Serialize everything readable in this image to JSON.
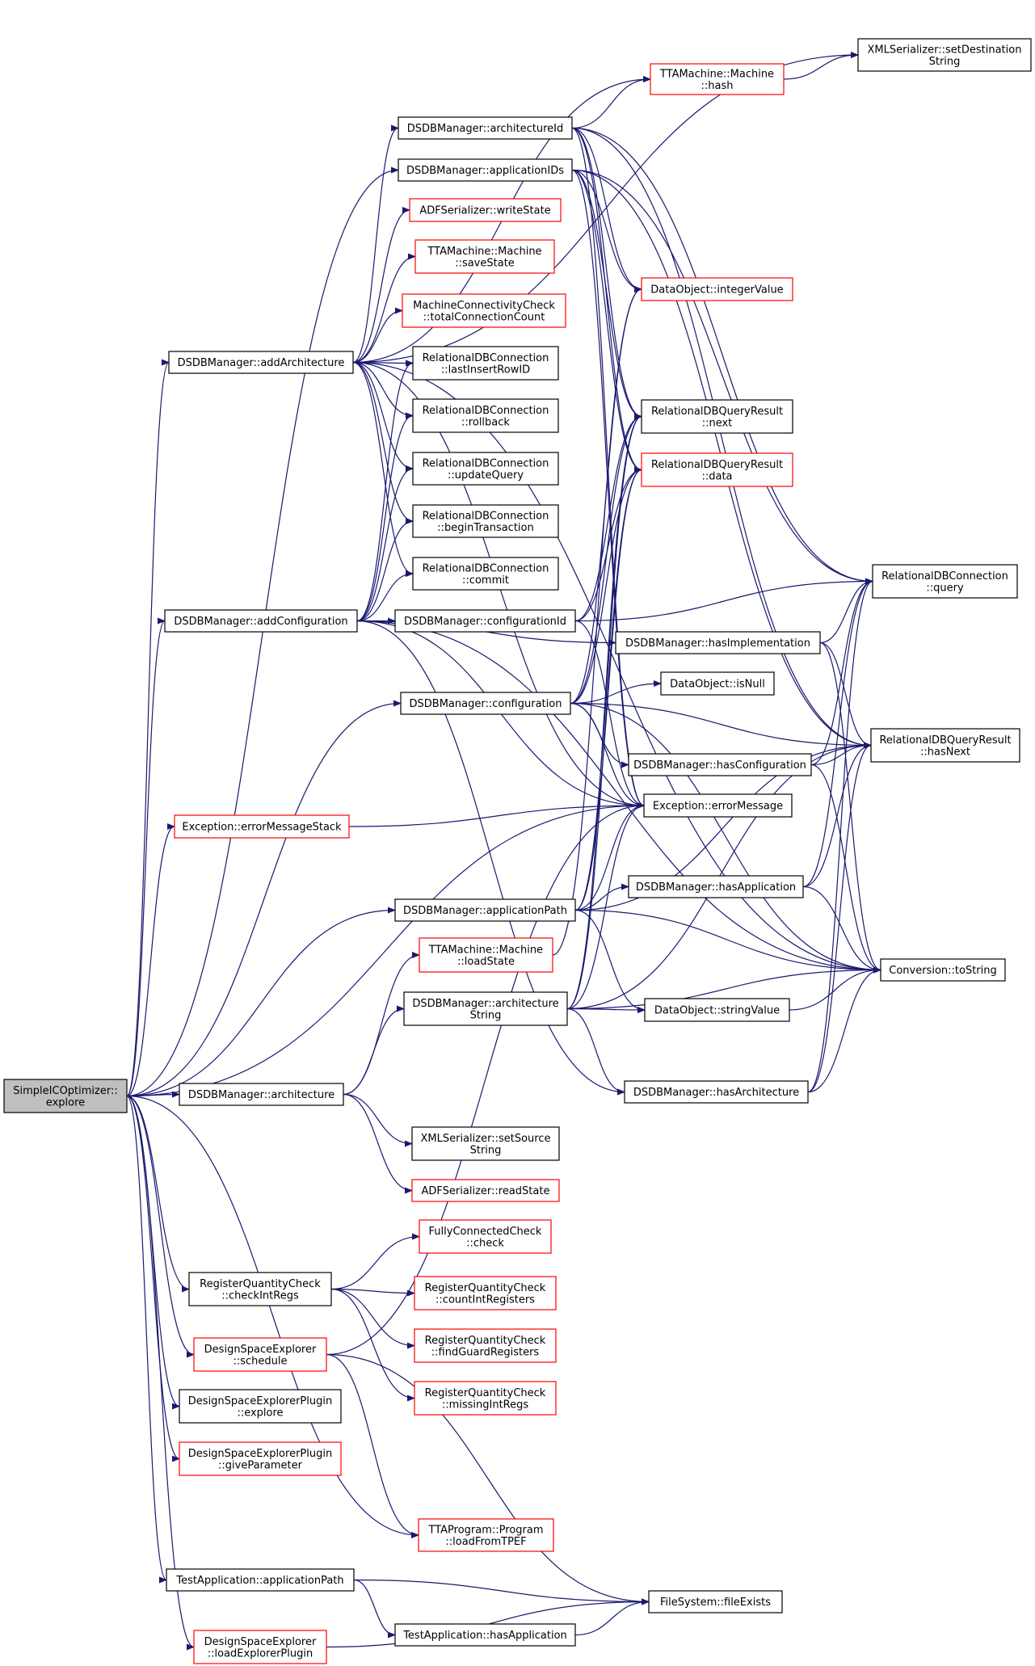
{
  "colors": {
    "edge": "#191970",
    "border_normal": "#000000",
    "border_truncated": "#ff0000",
    "root_fill": "#bfbfbf",
    "node_fill": "#ffffff"
  },
  "nodes": [
    {
      "id": "root",
      "lines": [
        "SimpleICOptimizer::",
        "explore"
      ],
      "style": "root"
    },
    {
      "id": "xml_setdest",
      "lines": [
        "XMLSerializer::setDestination",
        "String"
      ],
      "style": "normal"
    },
    {
      "id": "tta_hash",
      "lines": [
        "TTAMachine::Machine",
        "::hash"
      ],
      "style": "truncated"
    },
    {
      "id": "dsdb_archid",
      "lines": [
        "DSDBManager::architectureId"
      ],
      "style": "normal"
    },
    {
      "id": "dsdb_appids",
      "lines": [
        "DSDBManager::applicationIDs"
      ],
      "style": "normal"
    },
    {
      "id": "adf_write",
      "lines": [
        "ADFSerializer::writeState"
      ],
      "style": "truncated"
    },
    {
      "id": "tta_save",
      "lines": [
        "TTAMachine::Machine",
        "::saveState"
      ],
      "style": "truncated"
    },
    {
      "id": "mcc_total",
      "lines": [
        "MachineConnectivityCheck",
        "::totalConnectionCount"
      ],
      "style": "truncated"
    },
    {
      "id": "dsdb_addarch",
      "lines": [
        "DSDBManager::addArchitecture"
      ],
      "style": "normal"
    },
    {
      "id": "rdb_lastid",
      "lines": [
        "RelationalDBConnection",
        "::lastInsertRowID"
      ],
      "style": "normal"
    },
    {
      "id": "rdb_rollback",
      "lines": [
        "RelationalDBConnection",
        "::rollback"
      ],
      "style": "normal"
    },
    {
      "id": "rdb_update",
      "lines": [
        "RelationalDBConnection",
        "::updateQuery"
      ],
      "style": "normal"
    },
    {
      "id": "rdb_begin",
      "lines": [
        "RelationalDBConnection",
        "::beginTransaction"
      ],
      "style": "normal"
    },
    {
      "id": "rdb_commit",
      "lines": [
        "RelationalDBConnection",
        "::commit"
      ],
      "style": "normal"
    },
    {
      "id": "do_int",
      "lines": [
        "DataObject::integerValue"
      ],
      "style": "truncated"
    },
    {
      "id": "rqr_next",
      "lines": [
        "RelationalDBQueryResult",
        "::next"
      ],
      "style": "normal"
    },
    {
      "id": "rqr_data",
      "lines": [
        "RelationalDBQueryResult",
        "::data"
      ],
      "style": "truncated"
    },
    {
      "id": "rdb_query",
      "lines": [
        "RelationalDBConnection",
        "::query"
      ],
      "style": "normal"
    },
    {
      "id": "dsdb_addconf",
      "lines": [
        "DSDBManager::addConfiguration"
      ],
      "style": "normal"
    },
    {
      "id": "dsdb_confid",
      "lines": [
        "DSDBManager::configurationId"
      ],
      "style": "normal"
    },
    {
      "id": "dsdb_hasimpl",
      "lines": [
        "DSDBManager::hasImplementation"
      ],
      "style": "normal"
    },
    {
      "id": "do_isnull",
      "lines": [
        "DataObject::isNull"
      ],
      "style": "normal"
    },
    {
      "id": "dsdb_conf",
      "lines": [
        "DSDBManager::configuration"
      ],
      "style": "normal"
    },
    {
      "id": "rqr_hasnext",
      "lines": [
        "RelationalDBQueryResult",
        "::hasNext"
      ],
      "style": "normal"
    },
    {
      "id": "dsdb_hasconf",
      "lines": [
        "DSDBManager::hasConfiguration"
      ],
      "style": "normal"
    },
    {
      "id": "exc_stack",
      "lines": [
        "Exception::errorMessageStack"
      ],
      "style": "truncated"
    },
    {
      "id": "exc_msg",
      "lines": [
        "Exception::errorMessage"
      ],
      "style": "normal"
    },
    {
      "id": "dsdb_hasapp",
      "lines": [
        "DSDBManager::hasApplication"
      ],
      "style": "normal"
    },
    {
      "id": "dsdb_apppath",
      "lines": [
        "DSDBManager::applicationPath"
      ],
      "style": "normal"
    },
    {
      "id": "tta_load",
      "lines": [
        "TTAMachine::Machine",
        "::loadState"
      ],
      "style": "truncated"
    },
    {
      "id": "conv_tostring",
      "lines": [
        "Conversion::toString"
      ],
      "style": "normal"
    },
    {
      "id": "dsdb_archstr",
      "lines": [
        "DSDBManager::architecture",
        "String"
      ],
      "style": "normal"
    },
    {
      "id": "do_str",
      "lines": [
        "DataObject::stringValue"
      ],
      "style": "normal"
    },
    {
      "id": "dsdb_arch",
      "lines": [
        "DSDBManager::architecture"
      ],
      "style": "normal"
    },
    {
      "id": "dsdb_hasarch",
      "lines": [
        "DSDBManager::hasArchitecture"
      ],
      "style": "normal"
    },
    {
      "id": "xml_setsrc",
      "lines": [
        "XMLSerializer::setSource",
        "String"
      ],
      "style": "normal"
    },
    {
      "id": "adf_read",
      "lines": [
        "ADFSerializer::readState"
      ],
      "style": "truncated"
    },
    {
      "id": "fcc_check",
      "lines": [
        "FullyConnectedCheck",
        "::check"
      ],
      "style": "truncated"
    },
    {
      "id": "rqc_checkint",
      "lines": [
        "RegisterQuantityCheck",
        "::checkIntRegs"
      ],
      "style": "normal"
    },
    {
      "id": "rqc_count",
      "lines": [
        "RegisterQuantityCheck",
        "::countIntRegisters"
      ],
      "style": "truncated"
    },
    {
      "id": "rqc_guard",
      "lines": [
        "RegisterQuantityCheck",
        "::findGuardRegisters"
      ],
      "style": "truncated"
    },
    {
      "id": "dse_schedule",
      "lines": [
        "DesignSpaceExplorer",
        "::schedule"
      ],
      "style": "truncated"
    },
    {
      "id": "rqc_missing",
      "lines": [
        "RegisterQuantityCheck",
        "::missingIntRegs"
      ],
      "style": "truncated"
    },
    {
      "id": "dsep_explore",
      "lines": [
        "DesignSpaceExplorerPlugin",
        "::explore"
      ],
      "style": "normal"
    },
    {
      "id": "dsep_give",
      "lines": [
        "DesignSpaceExplorerPlugin",
        "::giveParameter"
      ],
      "style": "truncated"
    },
    {
      "id": "ttap_load",
      "lines": [
        "TTAProgram::Program",
        "::loadFromTPEF"
      ],
      "style": "truncated"
    },
    {
      "id": "ta_apppath",
      "lines": [
        "TestApplication::applicationPath"
      ],
      "style": "normal"
    },
    {
      "id": "fs_exists",
      "lines": [
        "FileSystem::fileExists"
      ],
      "style": "normal"
    },
    {
      "id": "ta_hasapp",
      "lines": [
        "TestApplication::hasApplication"
      ],
      "style": "normal"
    },
    {
      "id": "dse_loadplugin",
      "lines": [
        "DesignSpaceExplorer",
        "::loadExplorerPlugin"
      ],
      "style": "truncated"
    }
  ],
  "edges": [
    [
      "root",
      "dsdb_addarch"
    ],
    [
      "root",
      "dsdb_appids"
    ],
    [
      "root",
      "dsdb_addconf"
    ],
    [
      "root",
      "dsdb_conf"
    ],
    [
      "root",
      "exc_stack"
    ],
    [
      "root",
      "exc_msg"
    ],
    [
      "root",
      "dsdb_apppath"
    ],
    [
      "root",
      "dsdb_arch"
    ],
    [
      "root",
      "rqc_checkint"
    ],
    [
      "root",
      "dse_schedule"
    ],
    [
      "root",
      "dsep_explore"
    ],
    [
      "root",
      "dsep_give"
    ],
    [
      "root",
      "ttap_load"
    ],
    [
      "root",
      "ta_apppath"
    ],
    [
      "root",
      "dse_loadplugin"
    ],
    [
      "dsdb_addarch",
      "xml_setdest"
    ],
    [
      "dsdb_addarch",
      "tta_hash"
    ],
    [
      "dsdb_addarch",
      "dsdb_archid"
    ],
    [
      "dsdb_addarch",
      "adf_write"
    ],
    [
      "dsdb_addarch",
      "tta_save"
    ],
    [
      "dsdb_addarch",
      "mcc_total"
    ],
    [
      "dsdb_addarch",
      "rdb_lastid"
    ],
    [
      "dsdb_addarch",
      "rdb_rollback"
    ],
    [
      "dsdb_addarch",
      "rdb_update"
    ],
    [
      "dsdb_addarch",
      "rdb_begin"
    ],
    [
      "dsdb_addarch",
      "rdb_commit"
    ],
    [
      "dsdb_addarch",
      "exc_msg"
    ],
    [
      "dsdb_addarch",
      "conv_tostring"
    ],
    [
      "tta_hash",
      "xml_setdest"
    ],
    [
      "dsdb_archid",
      "tta_hash"
    ],
    [
      "dsdb_archid",
      "do_int"
    ],
    [
      "dsdb_archid",
      "rqr_next"
    ],
    [
      "dsdb_archid",
      "rqr_data"
    ],
    [
      "dsdb_archid",
      "rdb_query"
    ],
    [
      "dsdb_archid",
      "rqr_hasnext"
    ],
    [
      "dsdb_archid",
      "exc_msg"
    ],
    [
      "dsdb_appids",
      "do_int"
    ],
    [
      "dsdb_appids",
      "rqr_next"
    ],
    [
      "dsdb_appids",
      "rqr_data"
    ],
    [
      "dsdb_appids",
      "rdb_query"
    ],
    [
      "dsdb_appids",
      "rqr_hasnext"
    ],
    [
      "dsdb_appids",
      "exc_msg"
    ],
    [
      "dsdb_addconf",
      "rdb_lastid"
    ],
    [
      "dsdb_addconf",
      "rdb_rollback"
    ],
    [
      "dsdb_addconf",
      "rdb_update"
    ],
    [
      "dsdb_addconf",
      "rdb_begin"
    ],
    [
      "dsdb_addconf",
      "rdb_commit"
    ],
    [
      "dsdb_addconf",
      "dsdb_confid"
    ],
    [
      "dsdb_addconf",
      "dsdb_hasimpl"
    ],
    [
      "dsdb_addconf",
      "exc_msg"
    ],
    [
      "dsdb_addconf",
      "dsdb_hasarch"
    ],
    [
      "dsdb_addconf",
      "conv_tostring"
    ],
    [
      "dsdb_confid",
      "rqr_next"
    ],
    [
      "dsdb_confid",
      "rqr_data"
    ],
    [
      "dsdb_confid",
      "rdb_query"
    ],
    [
      "dsdb_confid",
      "exc_msg"
    ],
    [
      "dsdb_hasimpl",
      "rdb_query"
    ],
    [
      "dsdb_hasimpl",
      "rqr_hasnext"
    ],
    [
      "dsdb_hasimpl",
      "conv_tostring"
    ],
    [
      "dsdb_conf",
      "do_int"
    ],
    [
      "dsdb_conf",
      "rqr_next"
    ],
    [
      "dsdb_conf",
      "rqr_data"
    ],
    [
      "dsdb_conf",
      "do_isnull"
    ],
    [
      "dsdb_conf",
      "rqr_hasnext"
    ],
    [
      "dsdb_conf",
      "dsdb_hasconf"
    ],
    [
      "dsdb_conf",
      "exc_msg"
    ],
    [
      "dsdb_conf",
      "conv_tostring"
    ],
    [
      "dsdb_hasconf",
      "rdb_query"
    ],
    [
      "dsdb_hasconf",
      "rqr_hasnext"
    ],
    [
      "dsdb_hasconf",
      "conv_tostring"
    ],
    [
      "exc_stack",
      "exc_msg"
    ],
    [
      "dsdb_apppath",
      "rqr_next"
    ],
    [
      "dsdb_apppath",
      "rqr_data"
    ],
    [
      "dsdb_apppath",
      "rqr_hasnext"
    ],
    [
      "dsdb_apppath",
      "dsdb_hasapp"
    ],
    [
      "dsdb_apppath",
      "exc_msg"
    ],
    [
      "dsdb_apppath",
      "conv_tostring"
    ],
    [
      "dsdb_apppath",
      "do_str"
    ],
    [
      "dsdb_hasapp",
      "rdb_query"
    ],
    [
      "dsdb_hasapp",
      "rqr_hasnext"
    ],
    [
      "dsdb_hasapp",
      "conv_tostring"
    ],
    [
      "tta_load",
      "do_int"
    ],
    [
      "dsdb_arch",
      "tta_load"
    ],
    [
      "dsdb_arch",
      "dsdb_archstr"
    ],
    [
      "dsdb_arch",
      "xml_setsrc"
    ],
    [
      "dsdb_arch",
      "adf_read"
    ],
    [
      "dsdb_archstr",
      "rqr_next"
    ],
    [
      "dsdb_archstr",
      "rqr_data"
    ],
    [
      "dsdb_archstr",
      "exc_msg"
    ],
    [
      "dsdb_archstr",
      "do_str"
    ],
    [
      "dsdb_archstr",
      "rqr_hasnext"
    ],
    [
      "dsdb_archstr",
      "dsdb_hasarch"
    ],
    [
      "dsdb_archstr",
      "conv_tostring"
    ],
    [
      "do_str",
      "conv_tostring"
    ],
    [
      "dsdb_hasarch",
      "rdb_query"
    ],
    [
      "dsdb_hasarch",
      "rqr_hasnext"
    ],
    [
      "dsdb_hasarch",
      "conv_tostring"
    ],
    [
      "rqc_checkint",
      "fcc_check"
    ],
    [
      "rqc_checkint",
      "rqc_count"
    ],
    [
      "rqc_checkint",
      "rqc_guard"
    ],
    [
      "rqc_checkint",
      "rqc_missing"
    ],
    [
      "dse_schedule",
      "ttap_load"
    ],
    [
      "dse_schedule",
      "fs_exists"
    ],
    [
      "dse_schedule",
      "exc_msg"
    ],
    [
      "ta_apppath",
      "fs_exists"
    ],
    [
      "ta_apppath",
      "ta_hasapp"
    ],
    [
      "ta_hasapp",
      "fs_exists"
    ],
    [
      "dse_loadplugin",
      "fs_exists"
    ]
  ]
}
